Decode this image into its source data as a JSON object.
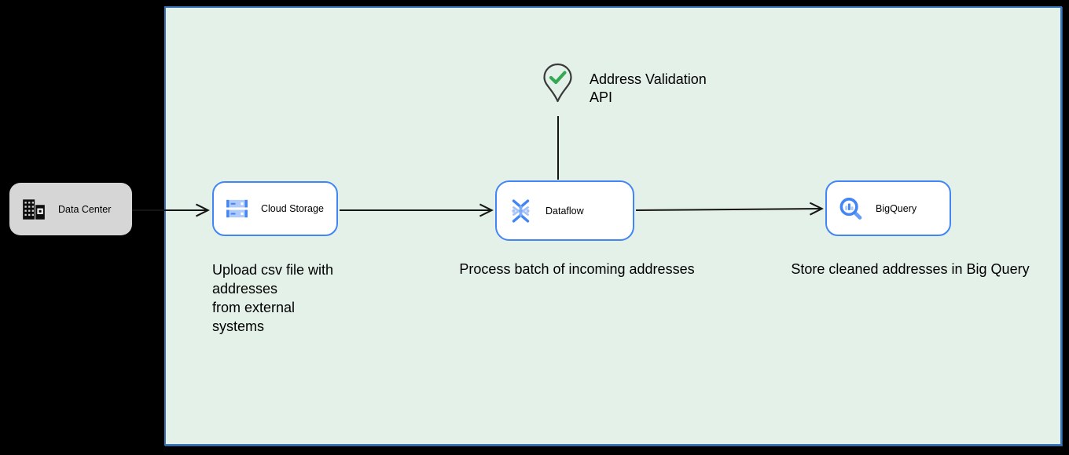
{
  "diagram": {
    "type": "cloud-architecture-flow",
    "external": {
      "data_center": {
        "label": "Data Center",
        "icon": "office-building-icon",
        "fill": "#d6d6d6"
      }
    },
    "zone": {
      "fill": "#e4f1e8",
      "border_color": "#3c77bd",
      "nodes": [
        {
          "id": "cloud-storage",
          "label": "Cloud Storage",
          "icon": "cloud-storage-icon",
          "caption": "Upload csv file with\naddresses\nfrom external\nsystems"
        },
        {
          "id": "dataflow",
          "label": "Dataflow",
          "icon": "dataflow-icon",
          "caption": "Process batch of incoming addresses"
        },
        {
          "id": "bigquery",
          "label": "BigQuery",
          "icon": "bigquery-icon",
          "caption": "Store cleaned addresses in Big Query"
        }
      ],
      "annotation": {
        "label": "Address Validation\nAPI",
        "icon": "location-pin-check-icon"
      }
    },
    "edges": [
      {
        "from": "data-center",
        "to": "cloud-storage",
        "style": "open-arrow"
      },
      {
        "from": "cloud-storage",
        "to": "dataflow",
        "style": "open-arrow"
      },
      {
        "from": "dataflow",
        "to": "bigquery",
        "style": "open-arrow"
      },
      {
        "from": "address-validation-api",
        "to": "dataflow",
        "style": "plain-line"
      }
    ],
    "colors": {
      "background": "#000000",
      "node_border_blue": "#4285f4",
      "icon_blue": "#4285f4",
      "icon_light_blue": "#aecbfa",
      "icon_handle_blue": "#669df6",
      "check_green": "#34a853",
      "pin_outline": "#3a3a3a",
      "edge_color": "#151515",
      "text_color": "#000000"
    }
  }
}
